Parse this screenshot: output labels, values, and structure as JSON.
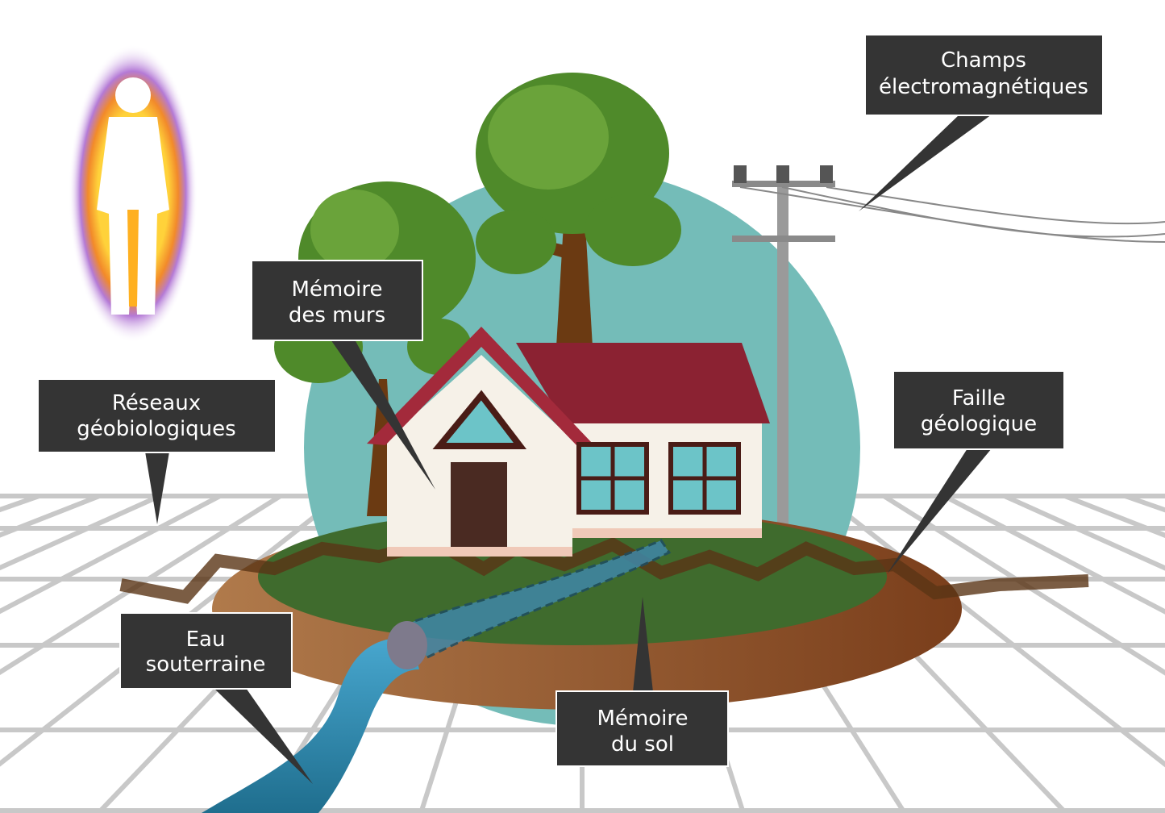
{
  "labels": {
    "emf": {
      "line1": "Champs",
      "line2": "électromagnétiques"
    },
    "walls": {
      "line1": "Mémoire",
      "line2": "des murs"
    },
    "networks": {
      "line1": "Réseaux",
      "line2": "géobiologiques"
    },
    "fault": {
      "line1": "Faille",
      "line2": "géologique"
    },
    "water": {
      "line1": "Eau",
      "line2": "souterraine"
    },
    "soil": {
      "line1": "Mémoire",
      "line2": "du sol"
    }
  },
  "colors": {
    "callout": "#343434",
    "sky_circle": "#74bcb8",
    "roof": "#8b2232",
    "wall": "#f6f1e8",
    "grass": "#3f6b2d",
    "soil": "#8a4f26",
    "water": "#3f97bf",
    "grid": "#c8c8c8"
  }
}
